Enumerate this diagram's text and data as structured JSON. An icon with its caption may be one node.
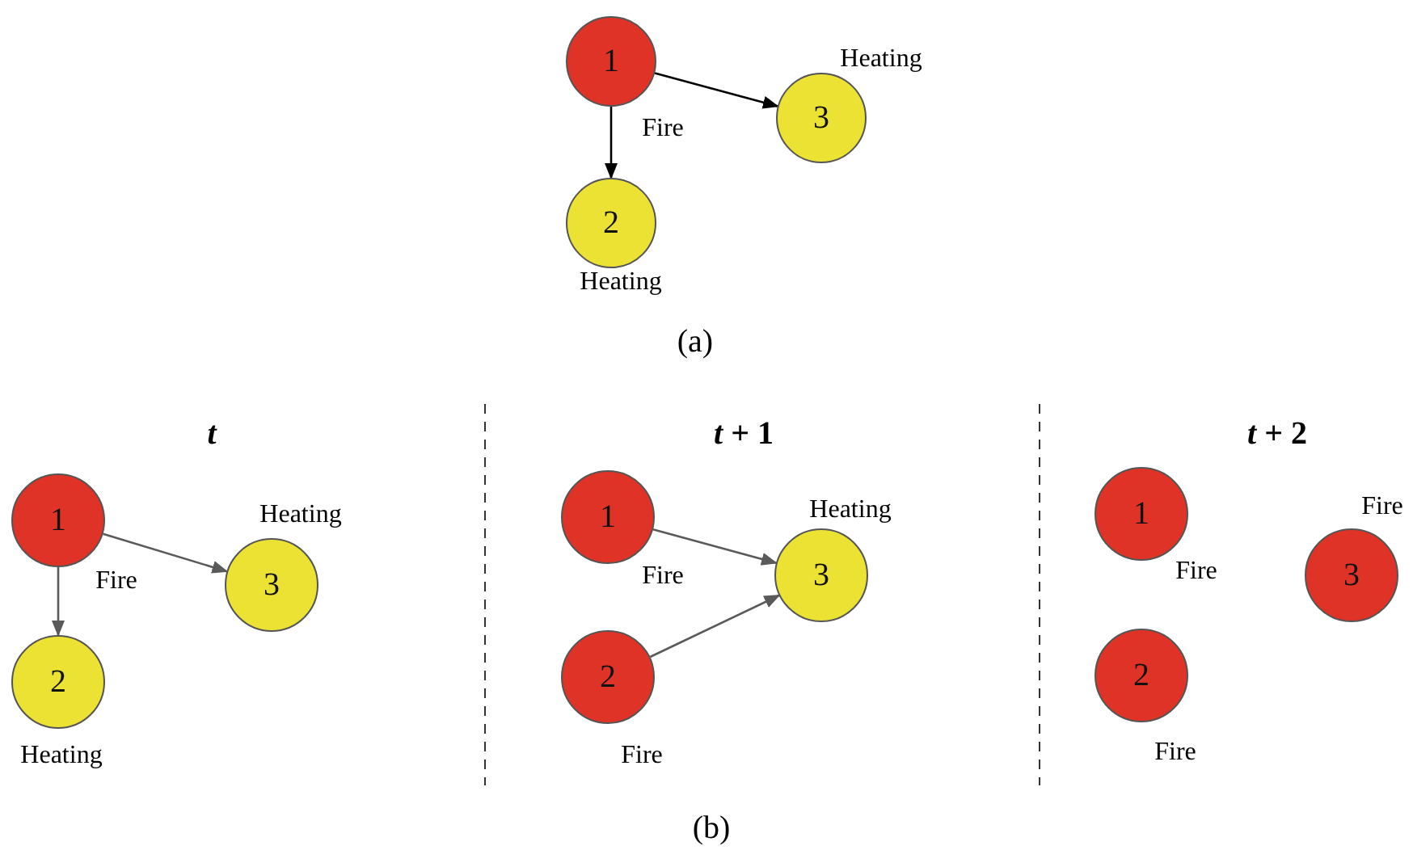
{
  "diagram": {
    "nodes": [
      {
        "text": [
          "1"
        ],
        "beside": [
          "Fire"
        ]
      },
      {
        "text": [
          "2"
        ],
        "beside": [
          "Heating"
        ]
      },
      {
        "text": [
          "3"
        ],
        "beside": [
          "Heating"
        ]
      },
      {
        "text": [
          "1"
        ],
        "beside": [
          "Fire"
        ]
      },
      {
        "text": [
          "2"
        ],
        "beside": [
          "Heating"
        ]
      },
      {
        "text": [
          "3"
        ],
        "beside": [
          "Heating"
        ]
      },
      {
        "text": [
          "1"
        ],
        "beside": [
          "Fire"
        ]
      },
      {
        "text": [
          "2"
        ],
        "beside": [
          "Fire"
        ]
      },
      {
        "text": [
          "3"
        ],
        "beside": [
          "Heating"
        ]
      },
      {
        "text": [
          "1"
        ],
        "beside": [
          "Fire"
        ]
      },
      {
        "text": [
          "2"
        ],
        "beside": [
          "Fire"
        ]
      },
      {
        "text": [
          "3"
        ],
        "beside": [
          "Fire"
        ]
      }
    ],
    "edges": [
      {
        "from": 0,
        "to": 1,
        "arrow": "to",
        "color": "#000000"
      },
      {
        "from": 0,
        "to": 2,
        "arrow": "to",
        "color": "#000000"
      },
      {
        "from": 3,
        "to": 4,
        "arrow": "to"
      },
      {
        "from": 3,
        "to": 5,
        "arrow": "to"
      },
      {
        "from": 6,
        "to": 8,
        "arrow": "to"
      },
      {
        "from": 7,
        "to": 8,
        "arrow": "to"
      }
    ],
    "labels": [
      "(a)",
      "t",
      "*t* + 1",
      "*t* + 2",
      "(b)"
    ]
  }
}
